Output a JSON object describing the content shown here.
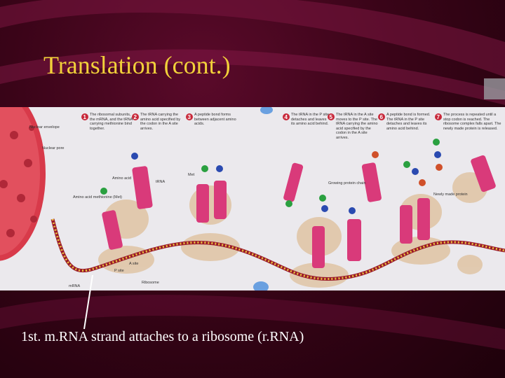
{
  "slide": {
    "title": "Translation (cont.)",
    "caption": "1st. m.RNA strand attaches to a ribosome (r.RNA)"
  },
  "figure": {
    "labels": {
      "nuclear_envelope": "Nuclear envelope",
      "nuclear_pore": "Nuclear pore",
      "amino_acid_methionine": "Amino acid methionine (Met)",
      "amino_acid": "Amino acid",
      "trna": "tRNA",
      "met": "Met",
      "growing_protein_chain": "Growing protein chain",
      "newly_made_protein": "Newly made protein",
      "mrna": "mRNA",
      "ribosome": "Ribosome",
      "p_site": "P site",
      "a_site": "A site"
    },
    "steps": [
      {
        "num": "1",
        "text": "The ribosomal subunits, the mRNA, and the tRNA carrying methionine bind together."
      },
      {
        "num": "2",
        "text": "The tRNA carrying the amino acid specified by the codon in the A site arrives."
      },
      {
        "num": "3",
        "text": "A peptide bond forms between adjacent amino acids."
      },
      {
        "num": "4",
        "text": "The tRNA in the P site detaches and leaves its amino acid behind."
      },
      {
        "num": "5",
        "text": "The tRNA in the A site moves to the P site. The tRNA carrying the amino acid specified by the codon in the A site arrives."
      },
      {
        "num": "6",
        "text": "A peptide bond is formed. The tRNA in the P site detaches and leaves its amino acid behind."
      },
      {
        "num": "7",
        "text": "The process is repeated until a stop codon is reached. The ribosome complex falls apart. The newly made protein is released."
      }
    ]
  },
  "colors": {
    "title": "#f2d13a",
    "caption": "#ffffff",
    "background": "#3a0418",
    "figure_bg": "#ebe9ed",
    "trna": "#d93a7a",
    "ribosome": "#e0c6a8",
    "nucleus": "#d83a4a"
  }
}
